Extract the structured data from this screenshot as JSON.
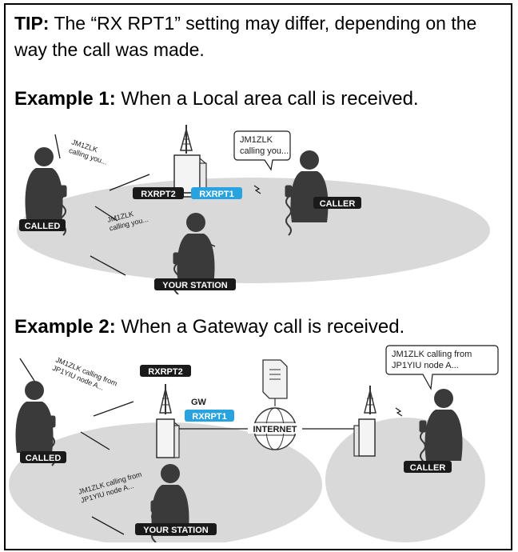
{
  "tip": {
    "label": "TIP:",
    "text": "The “RX RPT1” setting may differ, depending on the way the call was made."
  },
  "example1": {
    "label": "Example 1:",
    "text": "When a Local area call is received.",
    "bubble_line1": "JM1ZLK",
    "bubble_line2": "calling you...",
    "called_label": "CALLED",
    "caller_label": "CALLER",
    "station_label": "YOUR STATION",
    "rxrpt2_label": "RXRPT2",
    "rxrpt1_label": "RXRPT1",
    "left_text_line1": "JM1ZLK",
    "left_text_line2": "calling you...",
    "center_text_line1": "JM1ZLK",
    "center_text_line2": "calling you..."
  },
  "example2": {
    "label": "Example 2:",
    "text": "When a Gateway call is received.",
    "bubble_line1": "JM1ZLK calling from",
    "bubble_line2": "JP1YIU node A...",
    "called_label": "CALLED",
    "caller_label": "CALLER",
    "station_label": "YOUR STATION",
    "rxrpt2_label": "RXRPT2",
    "gw_label": "GW",
    "rxrpt1_label": "RXRPT1",
    "internet_label": "INTERNET",
    "left_text_line1": "JM1ZLK calling from",
    "left_text_line2": "JP1YIU node A...",
    "bottom_text_line1": "JM1ZLK calling from",
    "bottom_text_line2": "JP1YIU node A..."
  },
  "colors": {
    "area_fill": "#d9d9d9",
    "silhouette": "#3a3a3a",
    "label_bg": "#1a1a1a",
    "label_text": "#ffffff",
    "rxrpt1_bg": "#29a3e0"
  }
}
